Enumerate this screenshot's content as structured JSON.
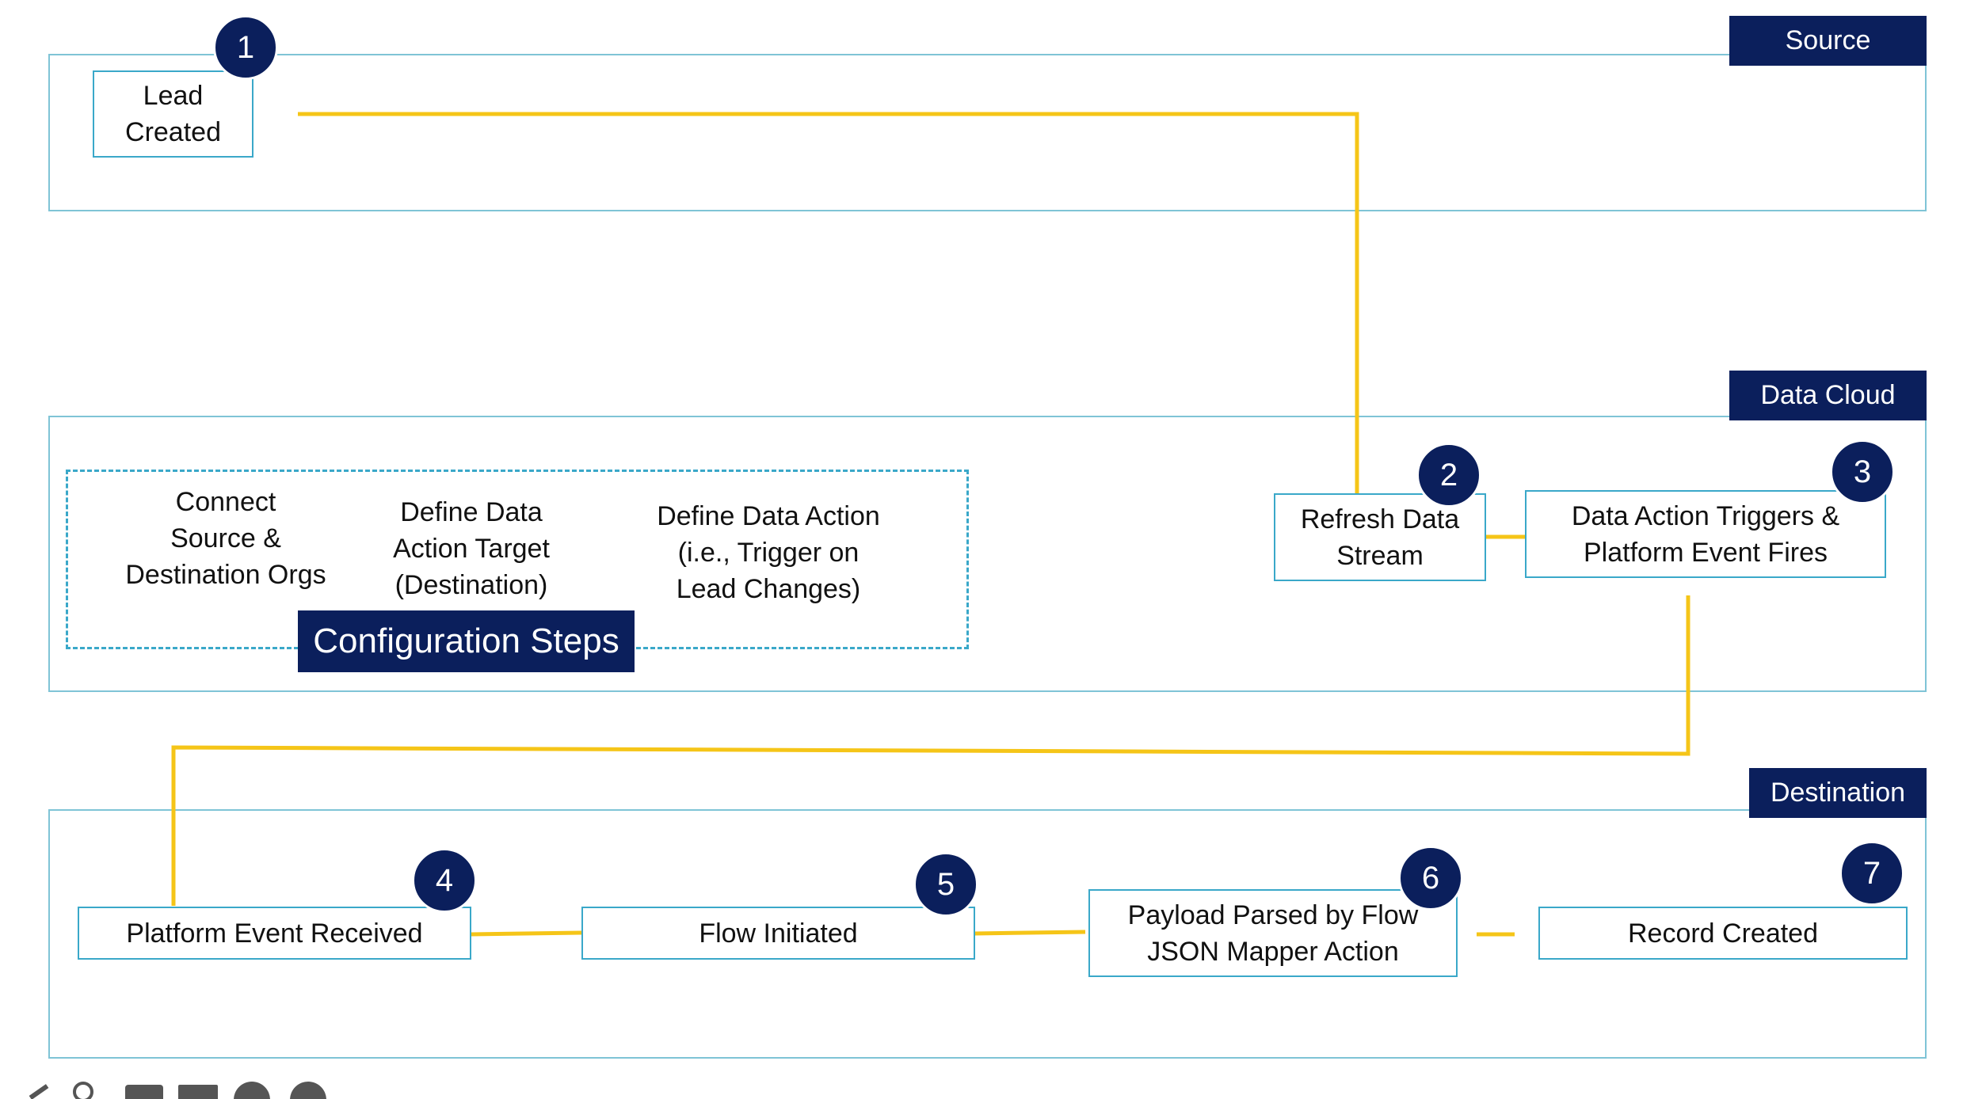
{
  "panels": {
    "source": {
      "label": "Source"
    },
    "data_cloud": {
      "label": "Data Cloud"
    },
    "destination": {
      "label": "Destination"
    }
  },
  "nodes": {
    "lead_created": {
      "badge": "1",
      "label": "Lead\nCreated"
    },
    "refresh_data_stream": {
      "badge": "2",
      "label": "Refresh Data\nStream"
    },
    "data_action_triggers": {
      "badge": "3",
      "label": "Data Action Triggers &\nPlatform Event Fires"
    },
    "platform_event_received": {
      "badge": "4",
      "label": "Platform Event Received"
    },
    "flow_initiated": {
      "badge": "5",
      "label": "Flow Initiated"
    },
    "payload_parsed": {
      "badge": "6",
      "label": "Payload Parsed by Flow\nJSON Mapper Action"
    },
    "record_created": {
      "badge": "7",
      "label": "Record Created"
    }
  },
  "configuration": {
    "label": "Configuration Steps",
    "steps": [
      "Connect\nSource &\nDestination Orgs",
      "Define Data\nAction Target\n(Destination)",
      "Define Data Action\n(i.e., Trigger on\nLead Changes)"
    ]
  },
  "colors": {
    "navy": "#0b1f5c",
    "panel_border": "#7fc4d6",
    "node_border": "#3aa8c9",
    "connector": "#f5c518"
  },
  "toolbar": {
    "icons": [
      "pencil-icon",
      "search-icon",
      "image-icon",
      "mail-icon",
      "circle-icon",
      "next-icon"
    ]
  }
}
